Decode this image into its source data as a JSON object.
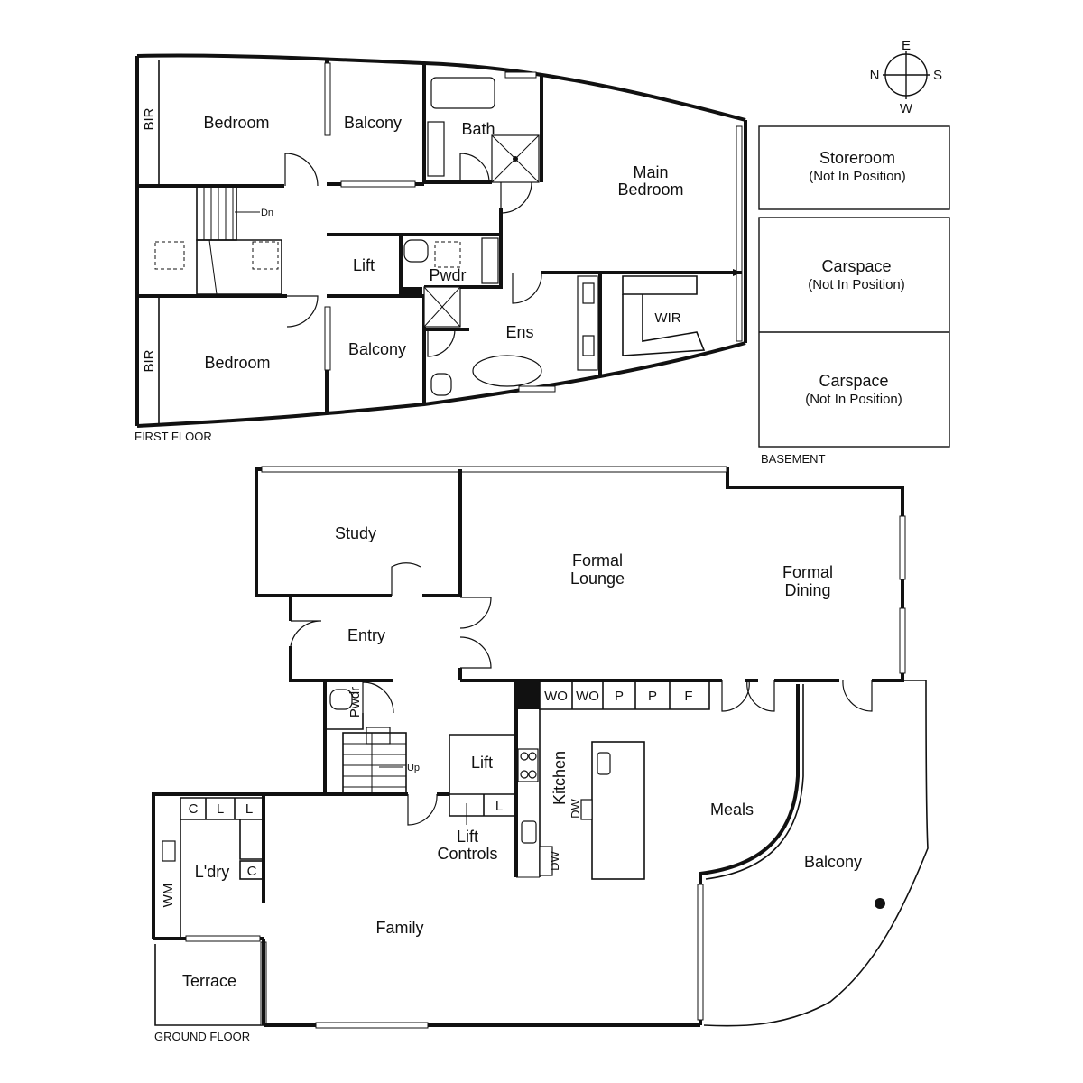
{
  "compass": {
    "n": "N",
    "e": "E",
    "s": "S",
    "w": "W"
  },
  "floors": {
    "first": "FIRST FLOOR",
    "basement": "BASEMENT",
    "ground": "GROUND FLOOR"
  },
  "first_floor": {
    "bedroom_1": "Bedroom",
    "bedroom_2": "Bedroom",
    "bir_1": "BIR",
    "bir_2": "BIR",
    "balcony_1": "Balcony",
    "balcony_2": "Balcony",
    "bath": "Bath",
    "main_bedroom_line1": "Main",
    "main_bedroom_line2": "Bedroom",
    "lift": "Lift",
    "pwdr": "Pwdr",
    "ens": "Ens",
    "wir": "WIR",
    "dn": "Dn"
  },
  "basement": {
    "storeroom": "Storeroom",
    "storeroom_note": "(Not In Position)",
    "carspace_1": "Carspace",
    "carspace_1_note": "(Not In Position)",
    "carspace_2": "Carspace",
    "carspace_2_note": "(Not In Position)"
  },
  "ground_floor": {
    "study": "Study",
    "formal_lounge_line1": "Formal",
    "formal_lounge_line2": "Lounge",
    "formal_dining_line1": "Formal",
    "formal_dining_line2": "Dining",
    "entry": "Entry",
    "pwdr": "Pwdr",
    "up": "Up",
    "lift": "Lift",
    "lift_controls_line1": "Lift",
    "lift_controls_line2": "Controls",
    "l_small": "L",
    "kitchen": "Kitchen",
    "dw_1": "DW",
    "dw_2": "DW",
    "wo_1": "WO",
    "wo_2": "WO",
    "p_1": "P",
    "p_2": "P",
    "f": "F",
    "meals": "Meals",
    "balcony": "Balcony",
    "c_1": "C",
    "l_1": "L",
    "l_2": "L",
    "c_2": "C",
    "ldry": "L'dry",
    "wm": "WM",
    "family": "Family",
    "terrace": "Terrace"
  }
}
